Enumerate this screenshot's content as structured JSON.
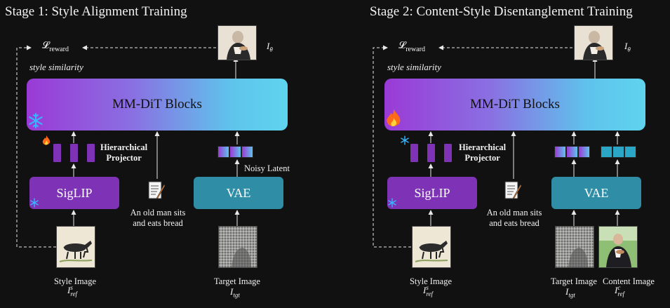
{
  "stage1": {
    "title": "Stage 1: Style Alignment Training",
    "reward_symbol": "𝓛",
    "reward_sub": "reward",
    "style_similarity": "style similarity",
    "output_symbol": "I",
    "output_sub": "θ",
    "mmdit_label": "MM-DiT Blocks",
    "mmdit_state_icon": "snowflake-icon",
    "projector_icon": "fire-icon",
    "projector_label_1": "Hierarchical",
    "projector_label_2": "Projector",
    "siglip_label": "SigLIP",
    "siglip_state_icon": "snowflake-icon",
    "vae_label": "VAE",
    "noisy_latent": "Noisy Latent",
    "caption_1": "An old man sits",
    "caption_2": "and eats bread",
    "style_image_label": "Style Image",
    "style_image_sym": "I",
    "style_image_sup": "s",
    "style_image_sub": "ref",
    "target_image_label": "Target Image",
    "target_image_sym": "I",
    "target_image_sub": "tgt"
  },
  "stage2": {
    "title": "Stage 2: Content-Style Disentanglement Training",
    "reward_symbol": "𝓛",
    "reward_sub": "reward",
    "style_similarity": "style similarity",
    "output_symbol": "I",
    "output_sub": "θ",
    "mmdit_label": "MM-DiT Blocks",
    "mmdit_state_icon": "fire-icon",
    "projector_icon": "snowflake-icon",
    "projector_label_1": "Hierarchical",
    "projector_label_2": "Projector",
    "siglip_label": "SigLIP",
    "siglip_state_icon": "snowflake-icon",
    "vae_label": "VAE",
    "caption_1": "An old man sits",
    "caption_2": "and eats bread",
    "style_image_label": "Style Image",
    "style_image_sym": "I",
    "style_image_sup": "s",
    "style_image_sub": "ref",
    "target_image_label": "Target Image",
    "target_image_sym": "I",
    "target_image_sub": "tgt",
    "content_image_label": "Content Image",
    "content_image_sym": "I",
    "content_image_sup": "c",
    "content_image_sub": "ref"
  },
  "colors": {
    "background": "#111112",
    "siglip": "#7e32b6",
    "vae": "#2f8ea6",
    "mmdit_start": "#9a3ad6",
    "mmdit_end": "#5fd4ee",
    "snowflake": "#38b6ff",
    "fire": "#ff6a1a"
  }
}
